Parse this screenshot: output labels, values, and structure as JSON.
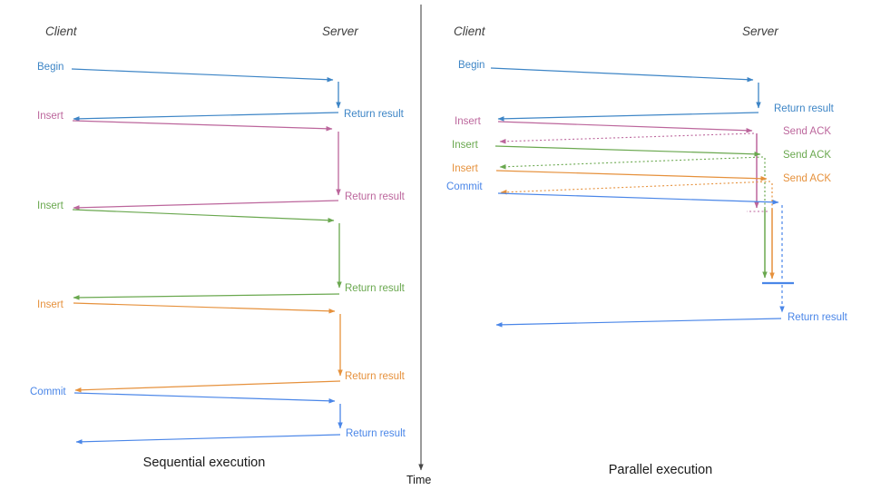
{
  "palette": {
    "begin_blue": "#3d85c6",
    "commit_blue": "#4a86e8",
    "insert_magenta": "#bc669c",
    "insert_green": "#6aa84f",
    "insert_orange": "#e6913c",
    "axis_gray": "#474747"
  },
  "time_axis": {
    "label": "Time"
  },
  "left_panel": {
    "title": "Sequential execution",
    "client_header": "Client",
    "server_header": "Server",
    "operations": [
      {
        "name": "Begin",
        "response": "Return result"
      },
      {
        "name": "Insert",
        "response": "Return result"
      },
      {
        "name": "Insert",
        "response": "Return result"
      },
      {
        "name": "Insert",
        "response": "Return result"
      },
      {
        "name": "Commit",
        "response": "Return result"
      }
    ]
  },
  "right_panel": {
    "title": "Parallel execution",
    "client_header": "Client",
    "server_header": "Server",
    "operations": [
      {
        "name": "Begin",
        "response": "Return result"
      },
      {
        "name": "Insert",
        "response": "Send ACK"
      },
      {
        "name": "Insert",
        "response": "Send ACK"
      },
      {
        "name": "Insert",
        "response": "Send ACK"
      },
      {
        "name": "Commit",
        "response": ""
      }
    ],
    "final_response": "Return result"
  }
}
